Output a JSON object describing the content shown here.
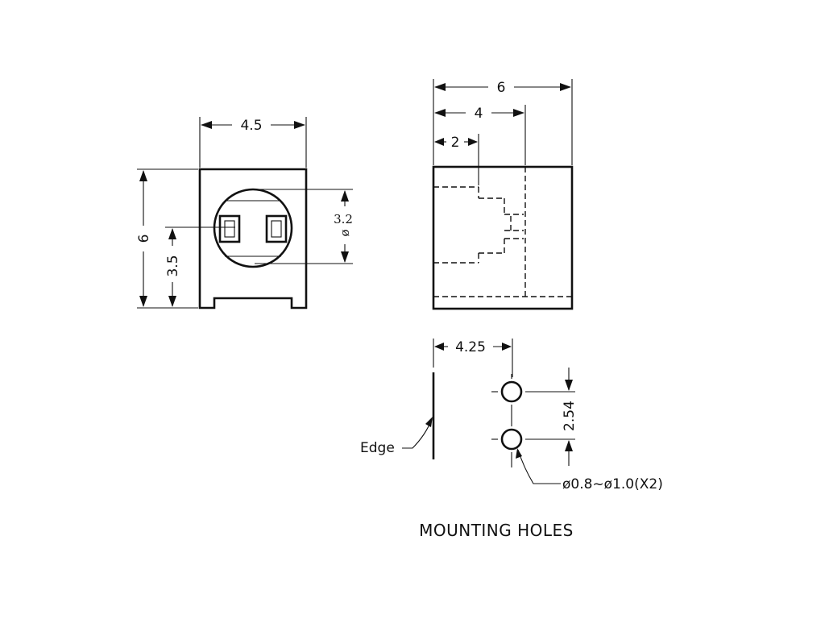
{
  "front_view": {
    "width_label": "4.5",
    "height_label": "6",
    "center_height_label": "3.5",
    "diameter_value": "3.2",
    "diameter_symbol": "ø"
  },
  "side_view": {
    "total_label": "6",
    "mid_label": "4",
    "inner_label": "2"
  },
  "mounting": {
    "offset_label": "4.25",
    "pitch_label": "2.54",
    "edge_label": "Edge",
    "hole_label": "ø0.8~ø1.0(X2)",
    "title": "MOUNTING HOLES"
  }
}
